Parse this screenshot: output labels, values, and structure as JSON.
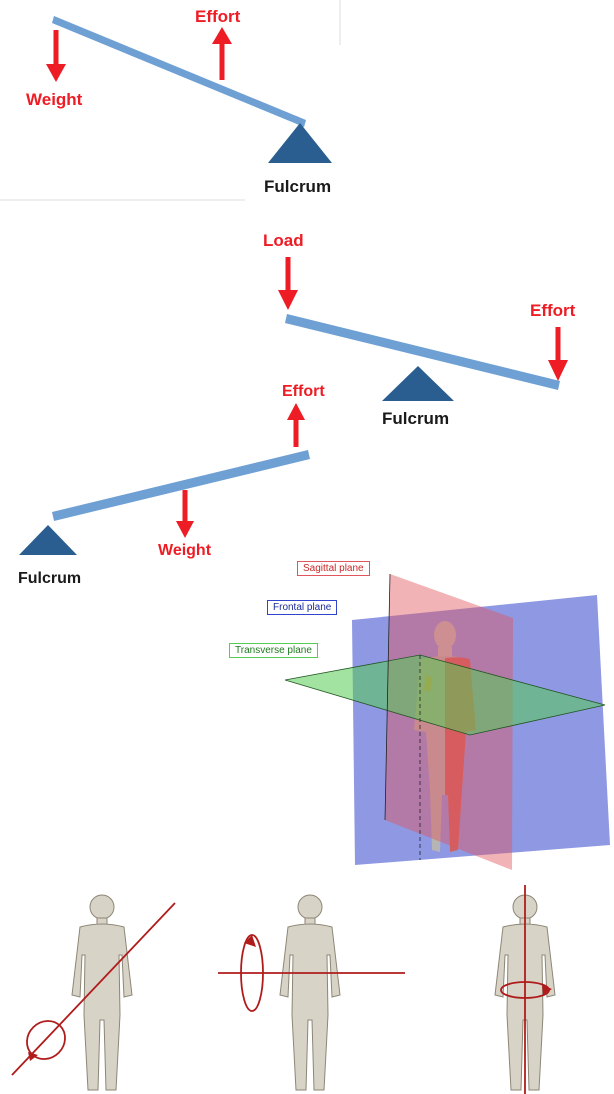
{
  "colors": {
    "lever": "#6fa0d4",
    "fulcrum": "#2a5d90",
    "arrow": "#ee1c24",
    "label_black": "#1a1a1a",
    "sagittal": "#e0565e",
    "frontal": "#3344cc",
    "transverse": "#55cc55",
    "body": "#d8d3c7",
    "axis_line": "#b01c1c"
  },
  "lever1": {
    "weight": "Weight",
    "effort": "Effort",
    "fulcrum": "Fulcrum"
  },
  "lever2": {
    "load": "Load",
    "effort": "Effort",
    "fulcrum": "Fulcrum"
  },
  "lever3": {
    "effort": "Effort",
    "weight": "Weight",
    "fulcrum": "Fulcrum"
  },
  "planes": {
    "sagittal": "Sagittal plane",
    "frontal": "Frontal plane",
    "transverse": "Transverse plane"
  }
}
